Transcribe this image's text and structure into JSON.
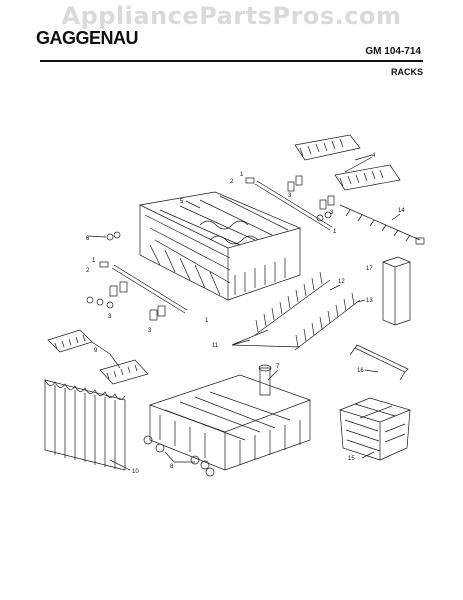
{
  "header": {
    "watermark": "AppliancePartsPros.com",
    "brand": "GAGGENAU",
    "model": "GM 104-714",
    "section": "RACKS"
  },
  "callouts": [
    {
      "id": "c1a",
      "text": "1"
    },
    {
      "id": "c2a",
      "text": "2"
    },
    {
      "id": "c3a",
      "text": "3"
    },
    {
      "id": "c3b",
      "text": "3"
    },
    {
      "id": "c4",
      "text": "4"
    },
    {
      "id": "c5",
      "text": "5"
    },
    {
      "id": "c6",
      "text": "6"
    },
    {
      "id": "c1b",
      "text": "1"
    },
    {
      "id": "c2b",
      "text": "2"
    },
    {
      "id": "c3c",
      "text": "3"
    },
    {
      "id": "c1c",
      "text": "1"
    },
    {
      "id": "c3d",
      "text": "3"
    },
    {
      "id": "c1d",
      "text": "1"
    },
    {
      "id": "c14",
      "text": "14"
    },
    {
      "id": "c17",
      "text": "17"
    },
    {
      "id": "c12",
      "text": "12"
    },
    {
      "id": "c13",
      "text": "13"
    },
    {
      "id": "c11",
      "text": "11"
    },
    {
      "id": "c9",
      "text": "9"
    },
    {
      "id": "c7",
      "text": "7"
    },
    {
      "id": "c16",
      "text": "16"
    },
    {
      "id": "c10",
      "text": "10"
    },
    {
      "id": "c8",
      "text": "8"
    },
    {
      "id": "c15",
      "text": "15"
    }
  ],
  "colors": {
    "line": "#1a1a1a",
    "watermark": "#969696"
  }
}
